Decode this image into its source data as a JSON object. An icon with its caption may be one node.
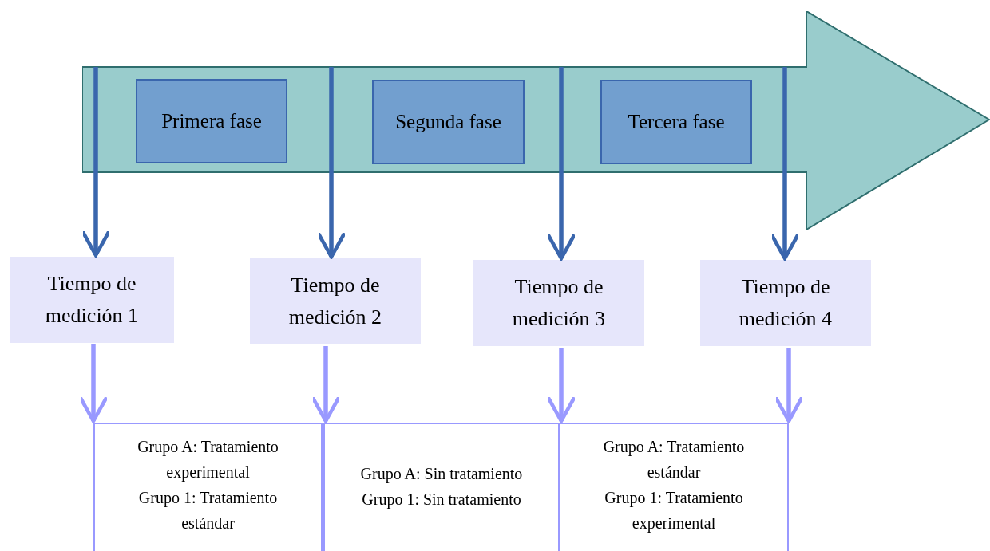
{
  "diagram": {
    "nodes": [
      {
        "text": [],
        "shape": "arrow"
      },
      {
        "text": [
          "Primera fase"
        ],
        "in": 0
      },
      {
        "text": [
          "Segunda fase"
        ],
        "in": 0
      },
      {
        "text": [
          "Tercera fase"
        ],
        "in": 0
      },
      {
        "text": [
          "Tiempo de medición 1"
        ]
      },
      {
        "text": [
          "Tiempo de medición 2"
        ]
      },
      {
        "text": [
          "Tiempo de medición 3"
        ]
      },
      {
        "text": [
          "Tiempo de medición 4"
        ]
      },
      {
        "text": [
          "Grupo A: Tratamiento experimental",
          "Grupo 1: Tratamiento estándar"
        ]
      },
      {
        "text": [
          "Grupo A: Sin tratamiento",
          "Grupo 1: Sin tratamiento"
        ]
      },
      {
        "text": [
          "Grupo A: Tratamiento estándar",
          "Grupo 1: Tratamiento experimental"
        ]
      }
    ],
    "edges": [
      {
        "from": 0,
        "to": 4,
        "arrow": "to"
      },
      {
        "from": 0,
        "to": 5,
        "arrow": "to"
      },
      {
        "from": 0,
        "to": 6,
        "arrow": "to"
      },
      {
        "from": 0,
        "to": 7,
        "arrow": "to"
      },
      {
        "from": 4,
        "to": 8,
        "arrow": "to",
        "color": "#9999ff"
      },
      {
        "from": 5,
        "to": 9,
        "arrow": "to",
        "color": "#9999ff"
      },
      {
        "from": 6,
        "to": 10,
        "arrow": "to",
        "color": "#9999ff"
      },
      {
        "from": 7,
        "to": 10,
        "arrow": "to",
        "color": "#9999ff"
      }
    ]
  }
}
